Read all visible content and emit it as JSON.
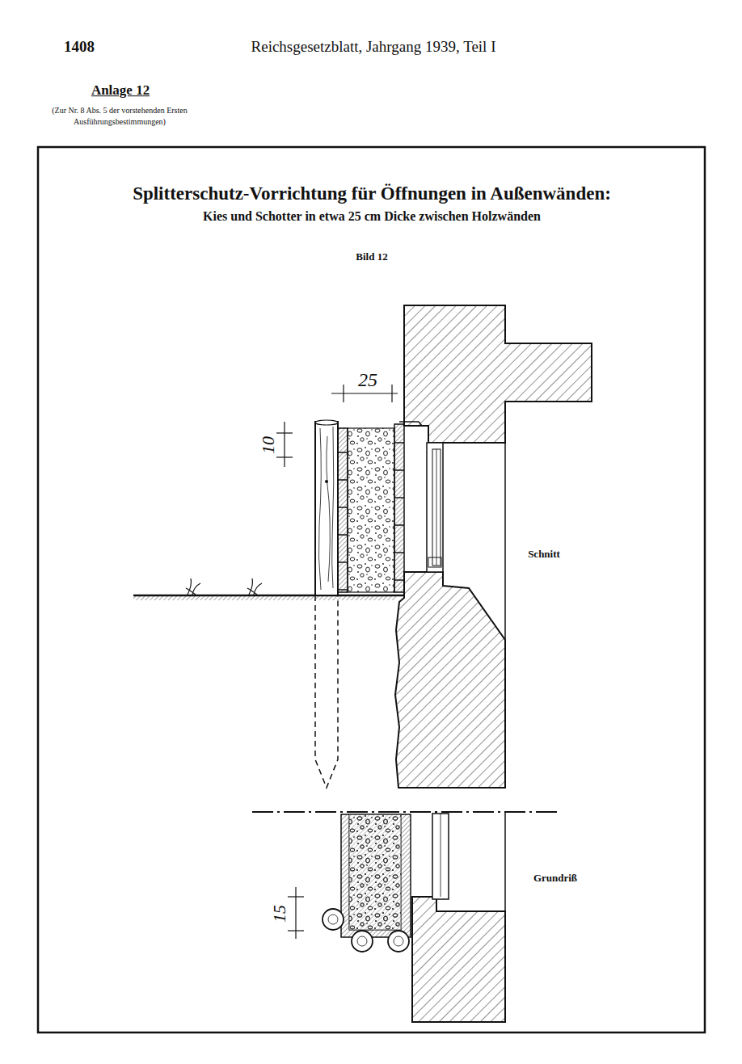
{
  "diagram": {
    "title": "Splitterschutz-Vorrichtung für Öffnungen in Außenwänden:",
    "labels": [
      "1408",
      "Reichsgesetzblatt, Jahrgang 1939, Teil I",
      "Anlage 12",
      "(Zur Nr. 8 Abs. 5 der vorstehenden Ersten Ausführungsbestimmungen)",
      "Kies und Schotter in etwa 25 cm Dicke zwischen Holzwänden",
      "Bild 12",
      "25",
      "10",
      "Schnitt",
      "Grundriß",
      "15"
    ]
  }
}
